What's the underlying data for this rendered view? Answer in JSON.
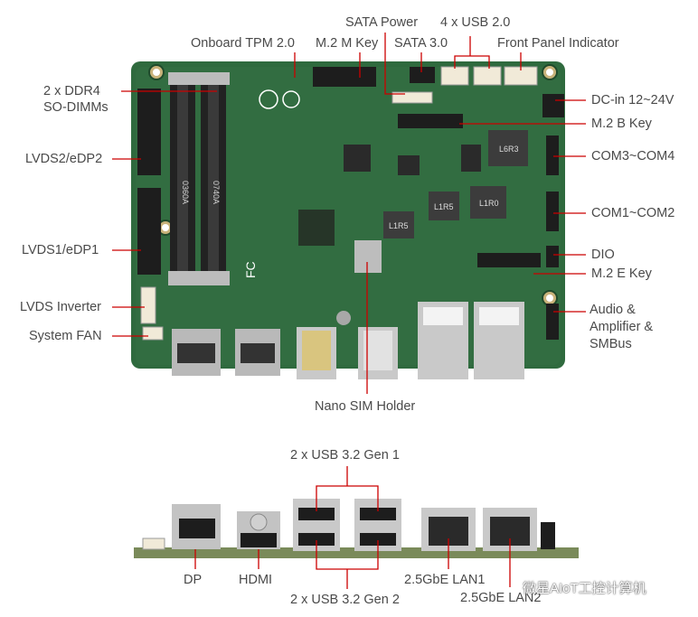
{
  "labels": {
    "onboard_tpm": "Onboard TPM 2.0",
    "sata_power": "SATA Power",
    "m2_m_key": "M.2 M Key",
    "sata3": "SATA 3.0",
    "usb20": "4 x USB 2.0",
    "front_panel": "Front Panel Indicator",
    "ddr4_line1": "2 x DDR4",
    "ddr4_line2": "SO-DIMMs",
    "dc_in": "DC-in 12~24V",
    "m2_b_key": "M.2 B Key",
    "lvds2": "LVDS2/eDP2",
    "com34": "COM3~COM4",
    "com12": "COM1~COM2",
    "lvds1": "LVDS1/eDP1",
    "dio": "DIO",
    "m2_e_key": "M.2 E Key",
    "lvds_inverter": "LVDS Inverter",
    "audio_line1": "Audio &",
    "audio_line2": "Amplifier &",
    "audio_line3": "SMBus",
    "system_fan": "System FAN",
    "nano_sim": "Nano SIM Holder",
    "usb32_gen1": "2 x USB 3.2 Gen 1",
    "dp": "DP",
    "hdmi": "HDMI",
    "lan1": "2.5GbE LAN1",
    "usb32_gen2": "2 x USB 3.2 Gen 2",
    "lan2": "2.5GbE LAN2"
  },
  "board_marks": {
    "ddr_a": "0360A",
    "ddr_b": "0740A",
    "choke1": "L1R5",
    "choke2": "L1R5",
    "choke3": "L1R0",
    "choke4": "L6R3"
  },
  "watermark": "微星AIoT工控计算机",
  "colors": {
    "pcb": "#2f6a3e",
    "pcb_dark": "#1f4a2b",
    "label_text": "#4a4a4a",
    "leader_line": "#cc0000"
  }
}
